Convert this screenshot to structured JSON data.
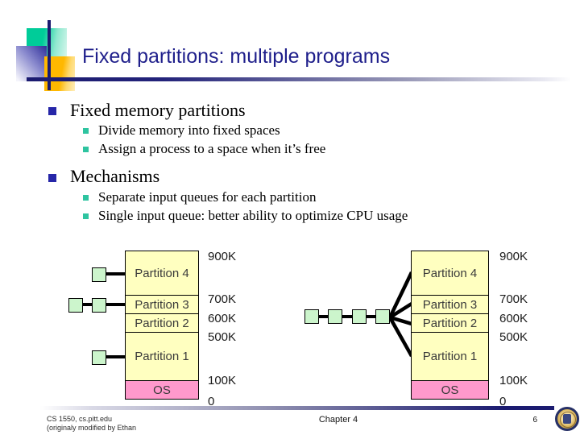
{
  "title": "Fixed partitions: multiple programs",
  "outline": [
    {
      "text": "Fixed memory partitions",
      "subs": [
        "Divide memory into fixed spaces",
        "Assign a process to a space when it’s free"
      ]
    },
    {
      "text": "Mechanisms",
      "subs": [
        "Separate input queues for each partition",
        "Single input queue: better ability to optimize CPU usage"
      ]
    }
  ],
  "memory_map": {
    "partitions": [
      "Partition 4",
      "Partition 3",
      "Partition 2",
      "Partition 1",
      "OS"
    ],
    "addresses": [
      "900K",
      "700K",
      "600K",
      "500K",
      "100K",
      "0"
    ],
    "left_diagram": {
      "description": "separate input queues",
      "queue_boxes_partition4": 1,
      "queue_boxes_partition3": 2,
      "queue_boxes_partition1": 1
    },
    "right_diagram": {
      "description": "single input queue",
      "queue_boxes": 4
    }
  },
  "footer": {
    "line1": "CS 1550, cs.pitt.edu",
    "line2": "(originaly modified by Ethan",
    "center": "Chapter 4",
    "page": "6"
  },
  "colors": {
    "title_navy": "#1f1f8b",
    "partition_fill": "#ffffc0",
    "os_fill": "#ff99cc",
    "process_fill": "#ccf5cc",
    "accent_teal": "#00cc99",
    "accent_orange": "#ffb800",
    "accent_navy": "#1b1b70"
  },
  "icons": {
    "logo": "university-seal"
  }
}
